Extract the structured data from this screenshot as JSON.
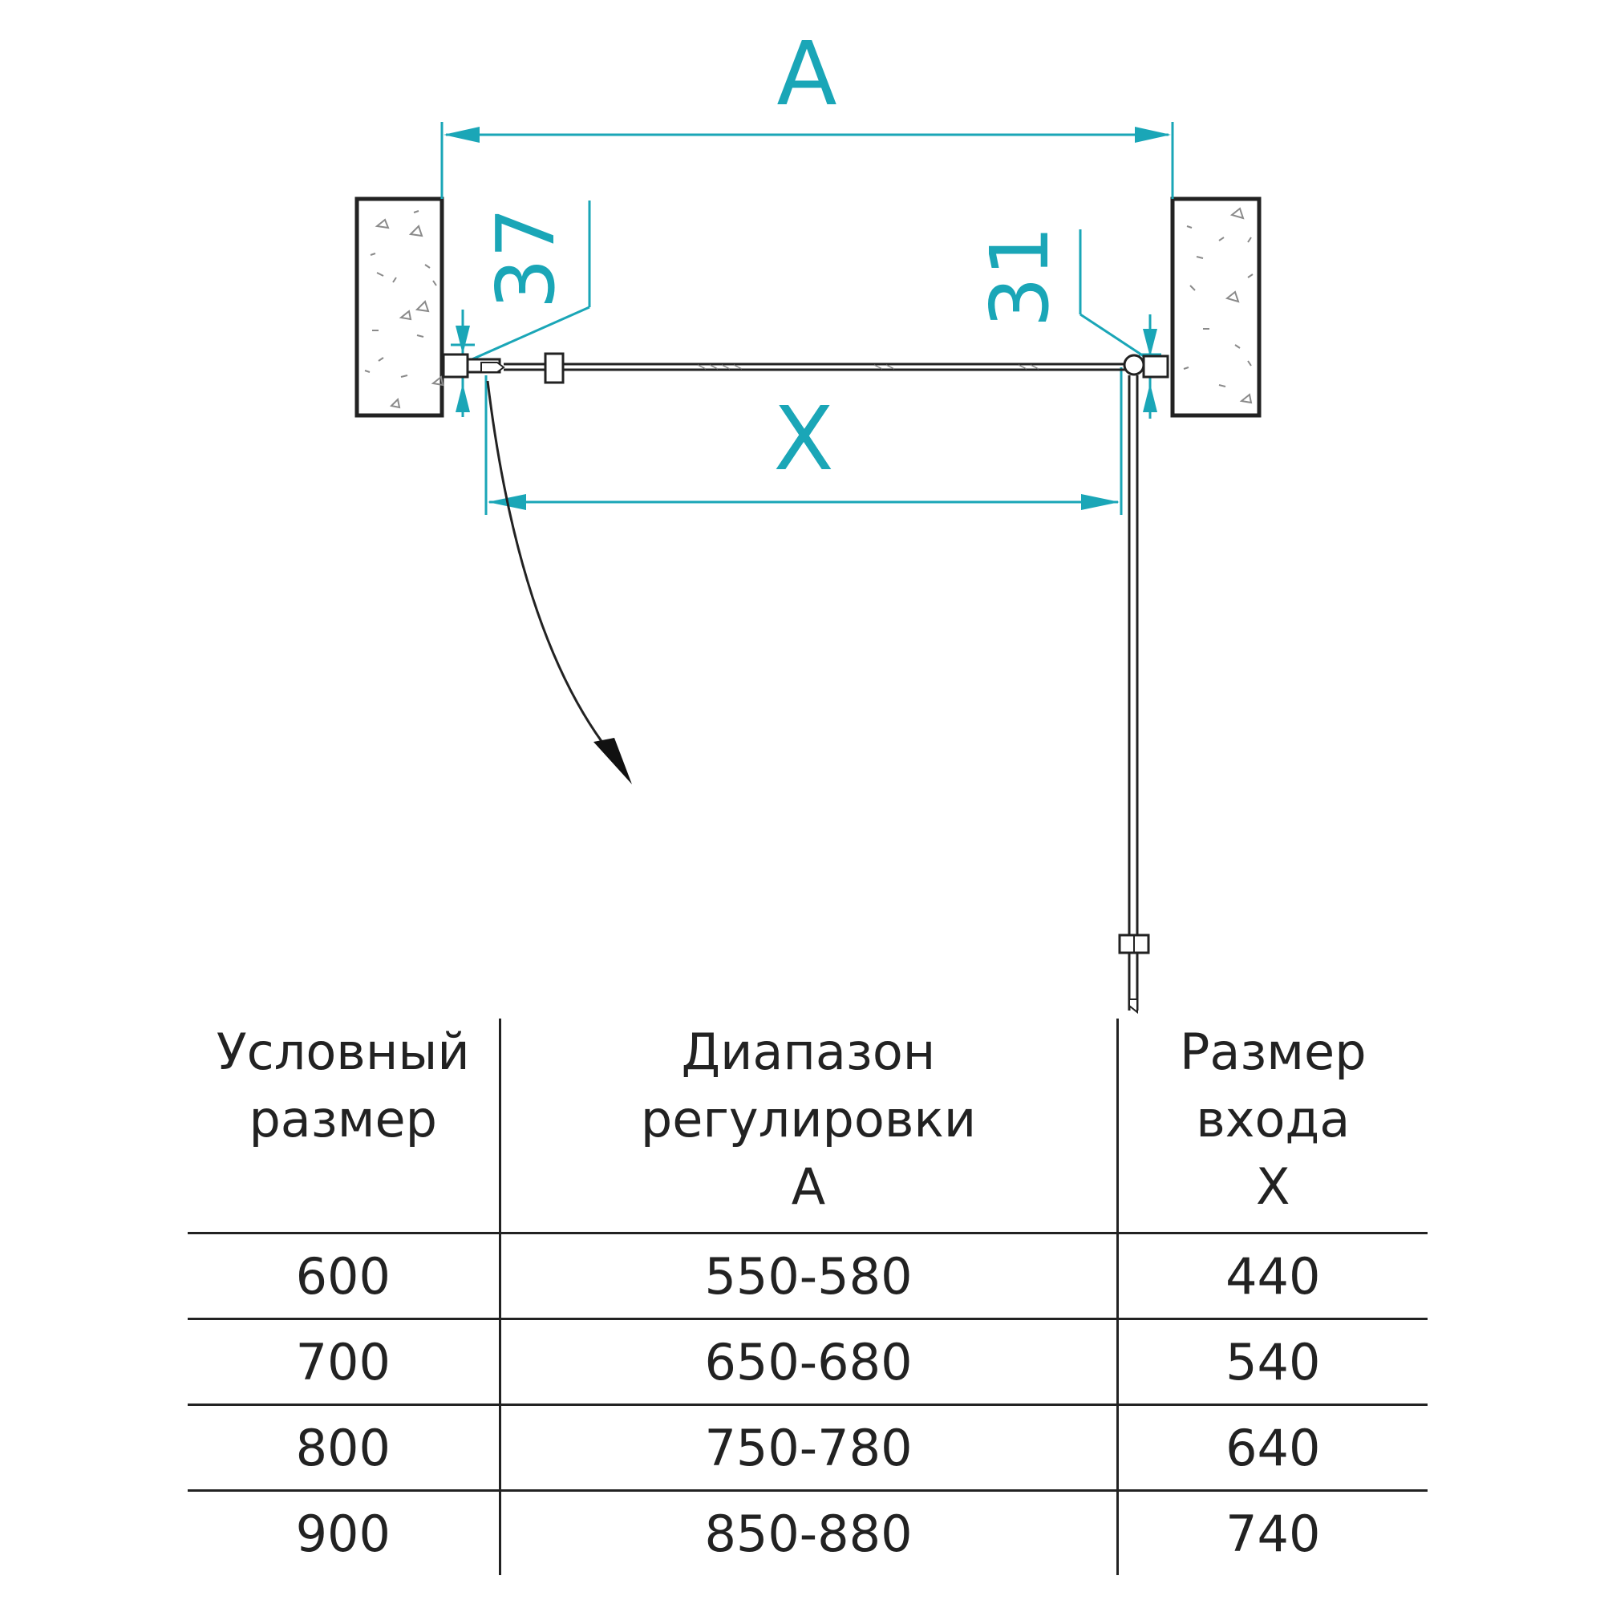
{
  "colors": {
    "dimension": "#1aa6b7",
    "line": "#222222",
    "stone_mark": "#8a8a8a"
  },
  "diagram": {
    "label_a": "A",
    "label_x": "X",
    "left_offset": "37",
    "right_offset": "31"
  },
  "table": {
    "headers": [
      [
        "Условный",
        "размер"
      ],
      [
        "Диапазон",
        "регулировки",
        "A"
      ],
      [
        "Размер",
        "входа",
        "X"
      ]
    ],
    "rows": [
      [
        "600",
        "550-580",
        "440"
      ],
      [
        "700",
        "650-680",
        "540"
      ],
      [
        "800",
        "750-780",
        "640"
      ],
      [
        "900",
        "850-880",
        "740"
      ]
    ]
  }
}
